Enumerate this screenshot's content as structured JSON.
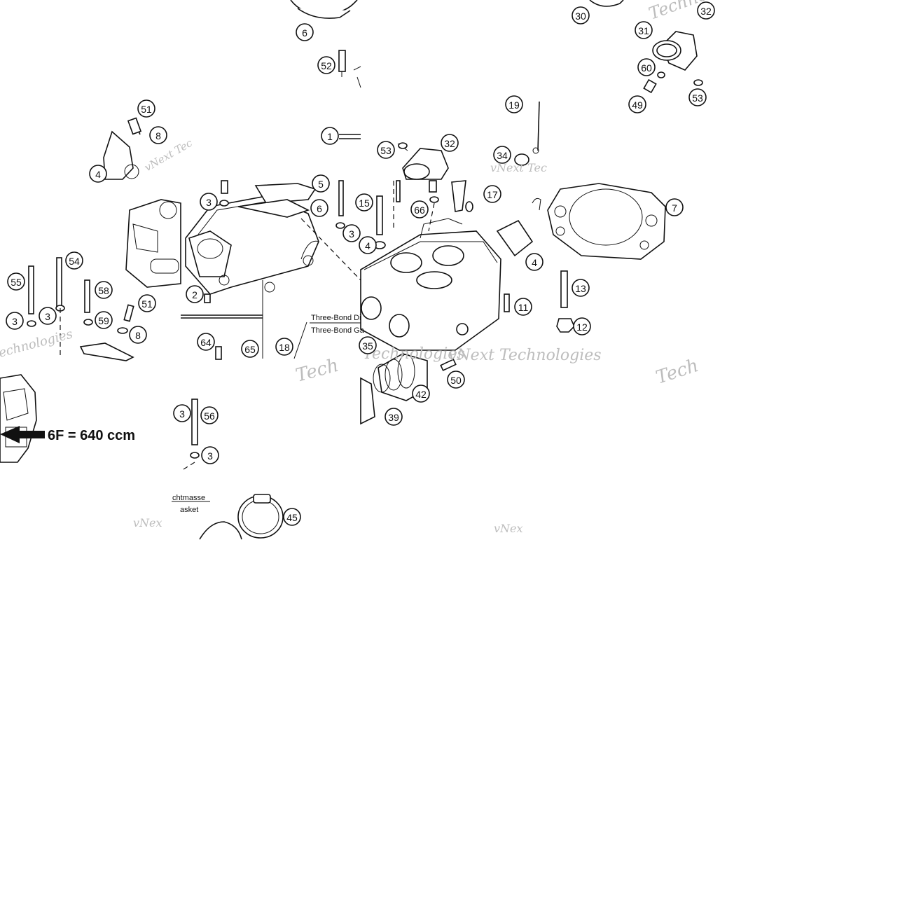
{
  "callouts": [
    "1",
    "2",
    "3",
    "3",
    "3",
    "3",
    "3",
    "3",
    "4",
    "4",
    "4",
    "5",
    "6",
    "6",
    "7",
    "8",
    "8",
    "11",
    "12",
    "13",
    "15",
    "17",
    "18",
    "19",
    "30",
    "31",
    "32",
    "32",
    "34",
    "35",
    "39",
    "42",
    "45",
    "49",
    "50",
    "51",
    "51",
    "52",
    "53",
    "53",
    "54",
    "55",
    "56",
    "58",
    "59",
    "60",
    "64",
    "65",
    "66"
  ],
  "notes": {
    "three_bond_1": "Three-Bond Di",
    "three_bond_2": "Three-Bond Ga",
    "dichtmasse": "chtmasse",
    "gasket": "asket",
    "displacement": "6F = 640 ccm"
  },
  "watermarks": [
    "vNext Technologies",
    "Technologies",
    "Techno",
    "Tech",
    "Tech",
    "vNex",
    "vNex",
    "echnologies",
    "vNext Tec",
    "vNext Tec"
  ],
  "colors": {
    "ink": "#111111",
    "watermark": "#bdbdbd",
    "background": "#ffffff"
  }
}
